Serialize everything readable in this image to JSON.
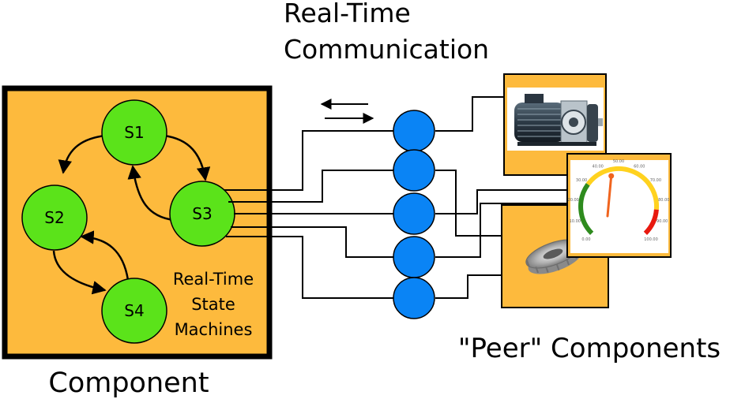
{
  "header": {
    "comm_line1": "Real-Time",
    "comm_line2": "Communication"
  },
  "component": {
    "caption": "Component",
    "sm_line1": "Real-Time",
    "sm_line2": "State",
    "sm_line3": "Machines",
    "states": [
      "S1",
      "S2",
      "S3",
      "S4"
    ]
  },
  "peers": {
    "caption": "\"Peer\" Components"
  },
  "gauge": {
    "ticks": [
      "0.00",
      "10.00",
      "20.00",
      "30.00",
      "40.00",
      "50.00",
      "60.00",
      "70.00",
      "80.00",
      "90.00",
      "100.00"
    ],
    "value_percent": 45
  },
  "colors": {
    "component_fill": "#FDBA3D",
    "state_fill": "#5BE31A",
    "port_fill": "#0A84F5",
    "gauge_green": "#2E8B1E",
    "gauge_yellow": "#FFD21F",
    "gauge_red": "#E8190F",
    "needle": "#F0641E"
  }
}
